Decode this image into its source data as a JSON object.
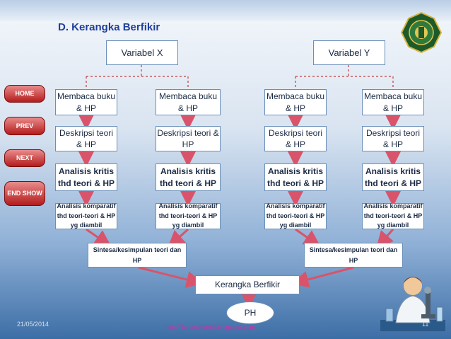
{
  "title": "D. Kerangka Berfikir",
  "variables": {
    "x": "Variabel X",
    "y": "Variabel Y"
  },
  "nav": {
    "home": "HOME",
    "prev": "PREV",
    "next": "NEXT",
    "end": "END SHOW"
  },
  "columns": [
    {
      "read": "Membaca buku & HP",
      "desc": "Deskripsi teori & HP",
      "analysis": "Analisis kritis thd teori & HP",
      "comparative": "Analisis komparatif thd teori-teori & HP yg diambil"
    },
    {
      "read": "Membaca buku & HP",
      "desc": "Deskripsi teori & HP",
      "analysis": "Analisis kritis thd teori & HP",
      "comparative": "Analisis komparatif thd teori-teori & HP yg diambil"
    },
    {
      "read": "Membaca buku & HP",
      "desc": "Deskripsi teori & HP",
      "analysis": "Analisis kritis thd teori & HP",
      "comparative": "Analisis komparatif thd teori-teori & HP yg diambil"
    },
    {
      "read": "Membaca buku & HP",
      "desc": "Deskripsi teori & HP",
      "analysis": "Analisis kritis thd teori & HP",
      "comparative": "Analisis komparatif thd teori-teori & HP yg diambil"
    }
  ],
  "synthesis": {
    "left": "Sintesa/kesimpulan teori dan HP",
    "right": "Sintesa/kesimpulan teori dan HP"
  },
  "framework": "Kerangka Berfikir",
  "ph": "PH",
  "footer": {
    "date": "21/05/2014",
    "url": "http://lisnanoltamil.blogspot.com",
    "page": "11"
  },
  "colors": {
    "arrow": "#d9546a",
    "title": "#1f3f9a",
    "nav": "#b41c1c"
  },
  "icons": [
    "emblem-logo",
    "scientist-illustration"
  ]
}
